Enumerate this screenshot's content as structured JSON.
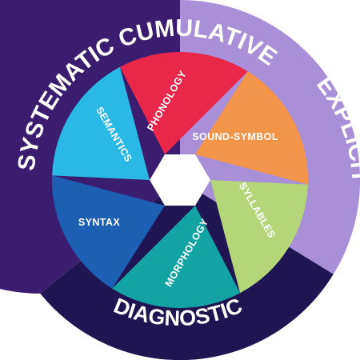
{
  "outer_ring": {
    "top_left": {
      "label": "SYSTEMATIC CUMULATIVE",
      "color": "#3a1d6e"
    },
    "right": {
      "label": "EXPLICIT",
      "color": "#a98ed8"
    },
    "bottom": {
      "label": "DIAGNOSTIC",
      "color": "#1f1552"
    }
  },
  "inner_segments": [
    {
      "label": "PHONOLOGY",
      "color": "#e8274b"
    },
    {
      "label": "SOUND-SYMBOL",
      "color": "#f2944a"
    },
    {
      "label": "SYLLABLES",
      "color": "#b4d679"
    },
    {
      "label": "MORPHOLOGY",
      "color": "#13a3a5"
    },
    {
      "label": "SYNTAX",
      "color": "#1d5fb3"
    },
    {
      "label": "SEMANTICS",
      "color": "#2ab8e4"
    }
  ]
}
